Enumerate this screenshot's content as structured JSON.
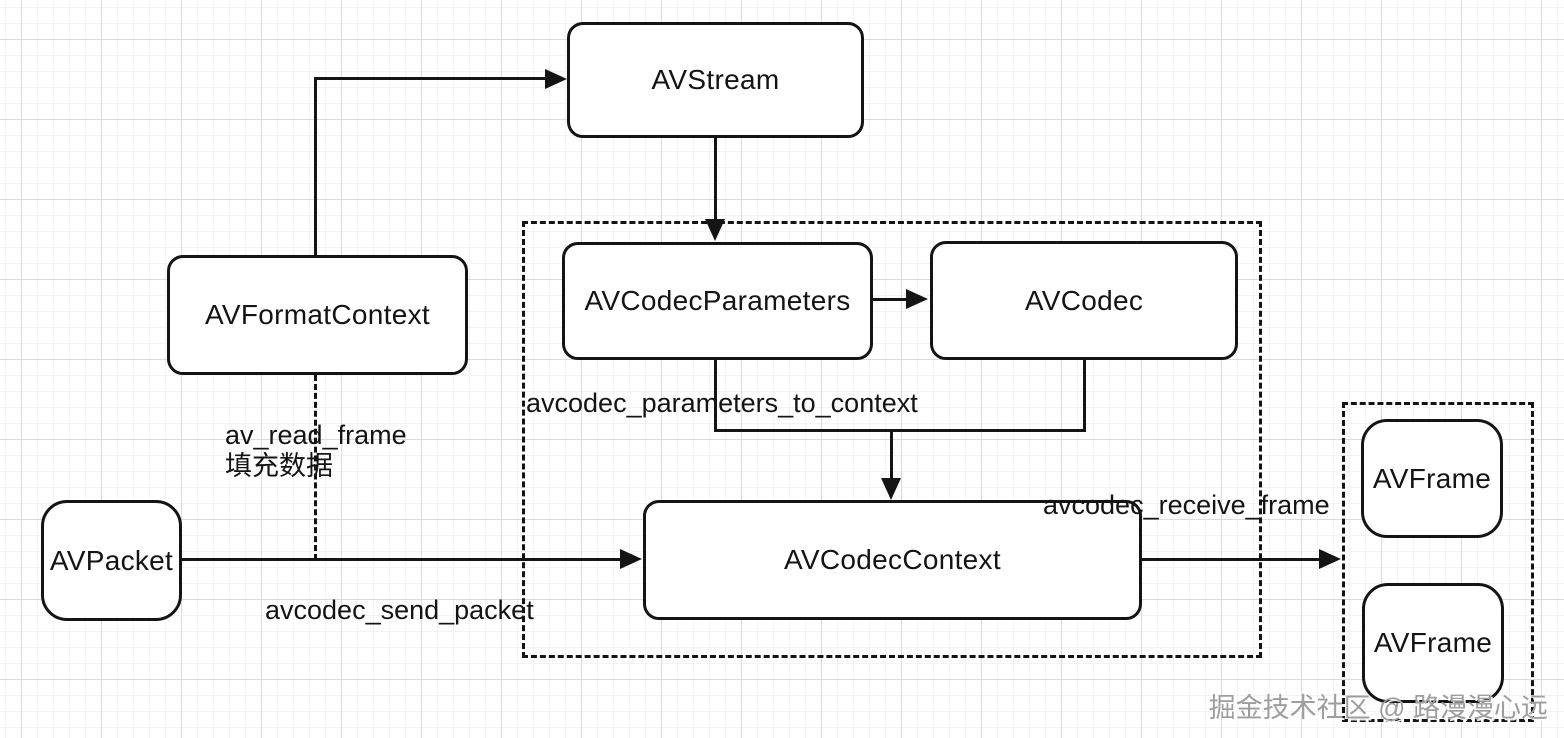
{
  "nodes": {
    "avstream": "AVStream",
    "avformatcontext": "AVFormatContext",
    "avcodecparameters": "AVCodecParameters",
    "avcodec": "AVCodec",
    "avcodeccontext": "AVCodecContext",
    "avpacket": "AVPacket",
    "avframe_top": "AVFrame",
    "avframe_bottom": "AVFrame"
  },
  "labels": {
    "read_frame_line1": "av_read_frame",
    "read_frame_line2": "填充数据",
    "parameters_to_context": "avcodec_parameters_to_context",
    "send_packet": "avcodec_send_packet",
    "receive_frame": "avcodec_receive_frame"
  },
  "watermark": "掘金技术社区 @ 路漫漫心远",
  "colors": {
    "stroke": "#141414",
    "node_fill": "#ffffff",
    "grid_minor": "#f3f3f3",
    "grid_major": "#dcdcdc",
    "watermark_text": "#9e9e9e"
  }
}
